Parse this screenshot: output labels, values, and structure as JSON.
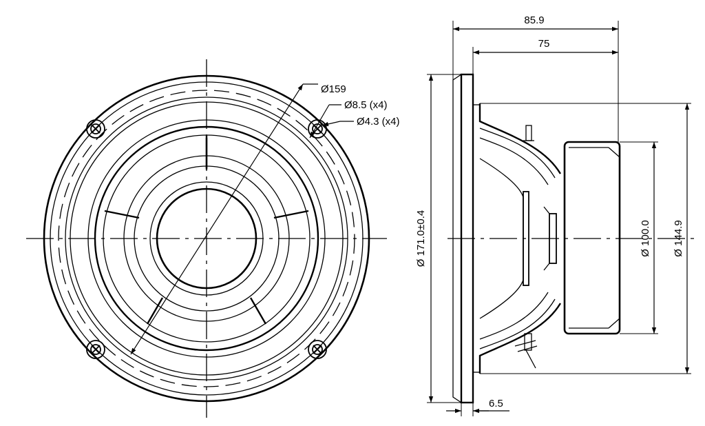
{
  "front_view": {
    "labels": {
      "outer_diameter": "Ø159",
      "mount_hole": "Ø8.5 (x4)",
      "through_hole": "Ø4.3 (x4)"
    }
  },
  "side_view": {
    "dimensions": {
      "overall_depth": "85.9",
      "depth_from_flange": "75",
      "flange_thickness": "6.5",
      "flange_diameter": "Ø 171.0±0.4",
      "magnet_diameter": "Ø 100.0",
      "frame_diameter": "Ø 144.9"
    }
  },
  "colors": {
    "line": "#000000",
    "background": "#ffffff"
  }
}
